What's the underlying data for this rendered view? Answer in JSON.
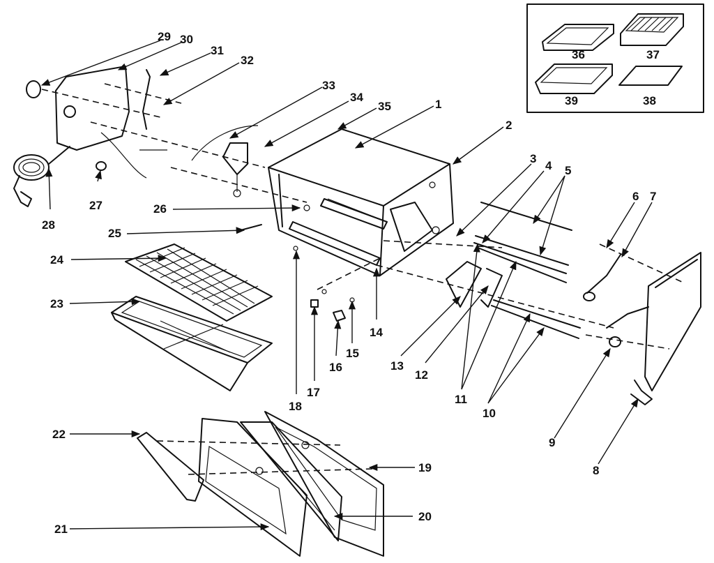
{
  "callouts": {
    "c1": "1",
    "c2": "2",
    "c3": "3",
    "c4": "4",
    "c5": "5",
    "c6": "6",
    "c7": "7",
    "c8": "8",
    "c9": "9",
    "c10": "10",
    "c11": "11",
    "c12": "12",
    "c13": "13",
    "c14": "14",
    "c15": "15",
    "c16": "16",
    "c17": "17",
    "c18": "18",
    "c19": "19",
    "c20": "20",
    "c21": "21",
    "c22": "22",
    "c23": "23",
    "c24": "24",
    "c25": "25",
    "c26": "26",
    "c27": "27",
    "c28": "28",
    "c29": "29",
    "c30": "30",
    "c31": "31",
    "c32": "32",
    "c33": "33",
    "c34": "34",
    "c35": "35",
    "c36": "36",
    "c37": "37",
    "c38": "38",
    "c39": "39"
  }
}
